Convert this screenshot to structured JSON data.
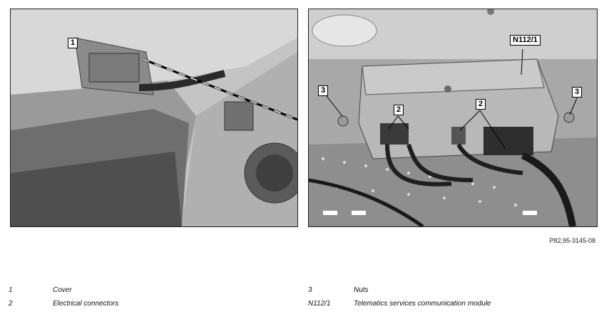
{
  "figure": {
    "reference_code": "P82,95-3145-08",
    "left_panel": {
      "callouts": [
        {
          "id": "1",
          "label": "1"
        }
      ]
    },
    "right_panel": {
      "callouts": [
        {
          "id": "n112",
          "label": "N112/1"
        },
        {
          "id": "3a",
          "label": "3"
        },
        {
          "id": "2a",
          "label": "2"
        },
        {
          "id": "2b",
          "label": "2"
        },
        {
          "id": "3b",
          "label": "3"
        }
      ]
    }
  },
  "legend": [
    {
      "key": "1",
      "text": "Cover"
    },
    {
      "key": "2",
      "text": "Electrical connectors"
    },
    {
      "key": "3",
      "text": "Nuts"
    },
    {
      "key": "N112/1",
      "text": "Telematics services communication module"
    }
  ]
}
